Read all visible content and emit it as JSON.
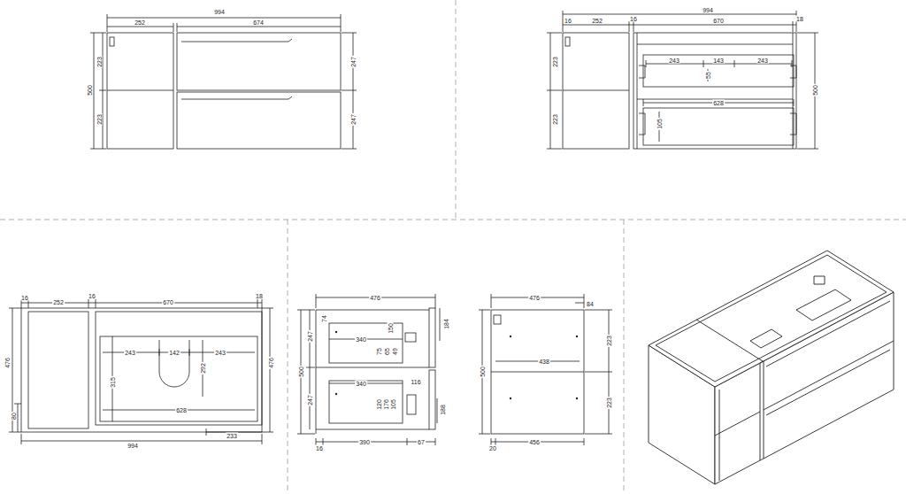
{
  "diagram": {
    "labels": [
      "994",
      "252",
      "674",
      "500",
      "223",
      "223",
      "247",
      "247",
      "994",
      "16",
      "252",
      "16",
      "670",
      "18",
      "223",
      "223",
      "500",
      "243",
      "143",
      "243",
      "55",
      "628",
      "105",
      "16",
      "252",
      "16",
      "670",
      "18",
      "243",
      "142",
      "243",
      "292",
      "315",
      "628",
      "476",
      "80",
      "476",
      "994",
      "233",
      "476",
      "184",
      "74",
      "150",
      "247",
      "500",
      "247",
      "340",
      "75",
      "65",
      "49",
      "116",
      "188",
      "340",
      "120",
      "176",
      "105",
      "16",
      "390",
      "67",
      "476",
      "84",
      "223",
      "500",
      "438",
      "223",
      "20",
      "456"
    ]
  }
}
